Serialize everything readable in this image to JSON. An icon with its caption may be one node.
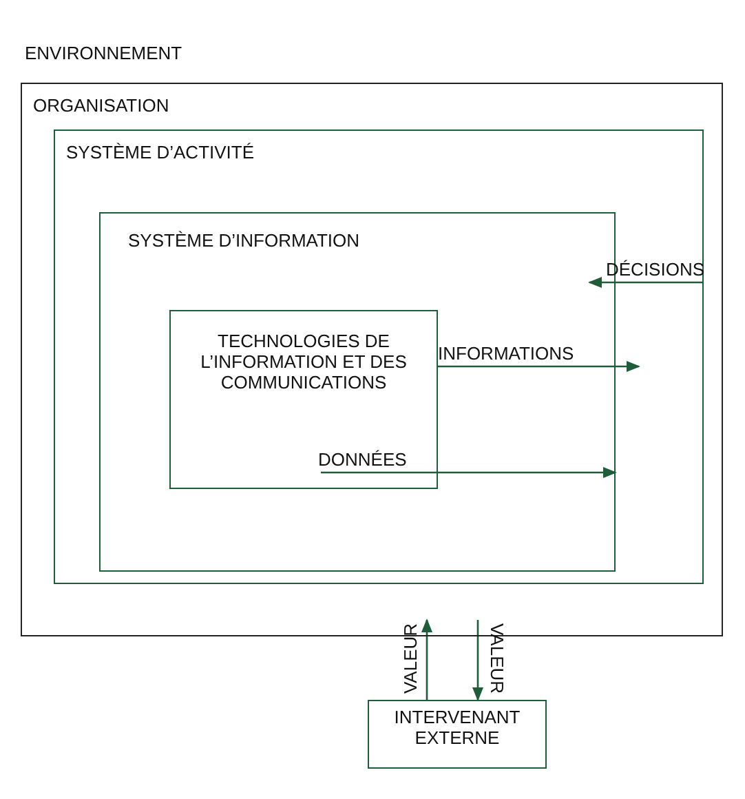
{
  "diagram": {
    "nodes": [
      {
        "text": [
          "ORGANISATION"
        ]
      },
      {
        "text": [
          "SYSTÈME D’ACTIVITÉ"
        ],
        "in": 0
      },
      {
        "text": [
          "SYSTÈME D’INFORMATION"
        ],
        "in": 1
      },
      {
        "text": [
          "TECHNOLOGIES DE L’INFORMATION ET DES COMMUNICATIONS"
        ],
        "in": 2
      },
      {
        "text": [
          "INTERVENANT EXTERNE"
        ]
      }
    ],
    "edges": [
      {
        "from": 1,
        "to": 2,
        "arrow": "to",
        "label": "DÉCISIONS"
      },
      {
        "from": 3,
        "to": 1,
        "arrow": "to",
        "label": "INFORMATIONS"
      },
      {
        "from": 3,
        "to": 2,
        "arrow": "to",
        "label": "DONNÉES"
      },
      {
        "from": 4,
        "to": 0,
        "arrow": "to",
        "label": "VALEUR"
      },
      {
        "from": 0,
        "to": 4,
        "arrow": "to",
        "label": "VALEUR"
      }
    ],
    "labels": [
      "ENVIRONNEMENT"
    ]
  }
}
